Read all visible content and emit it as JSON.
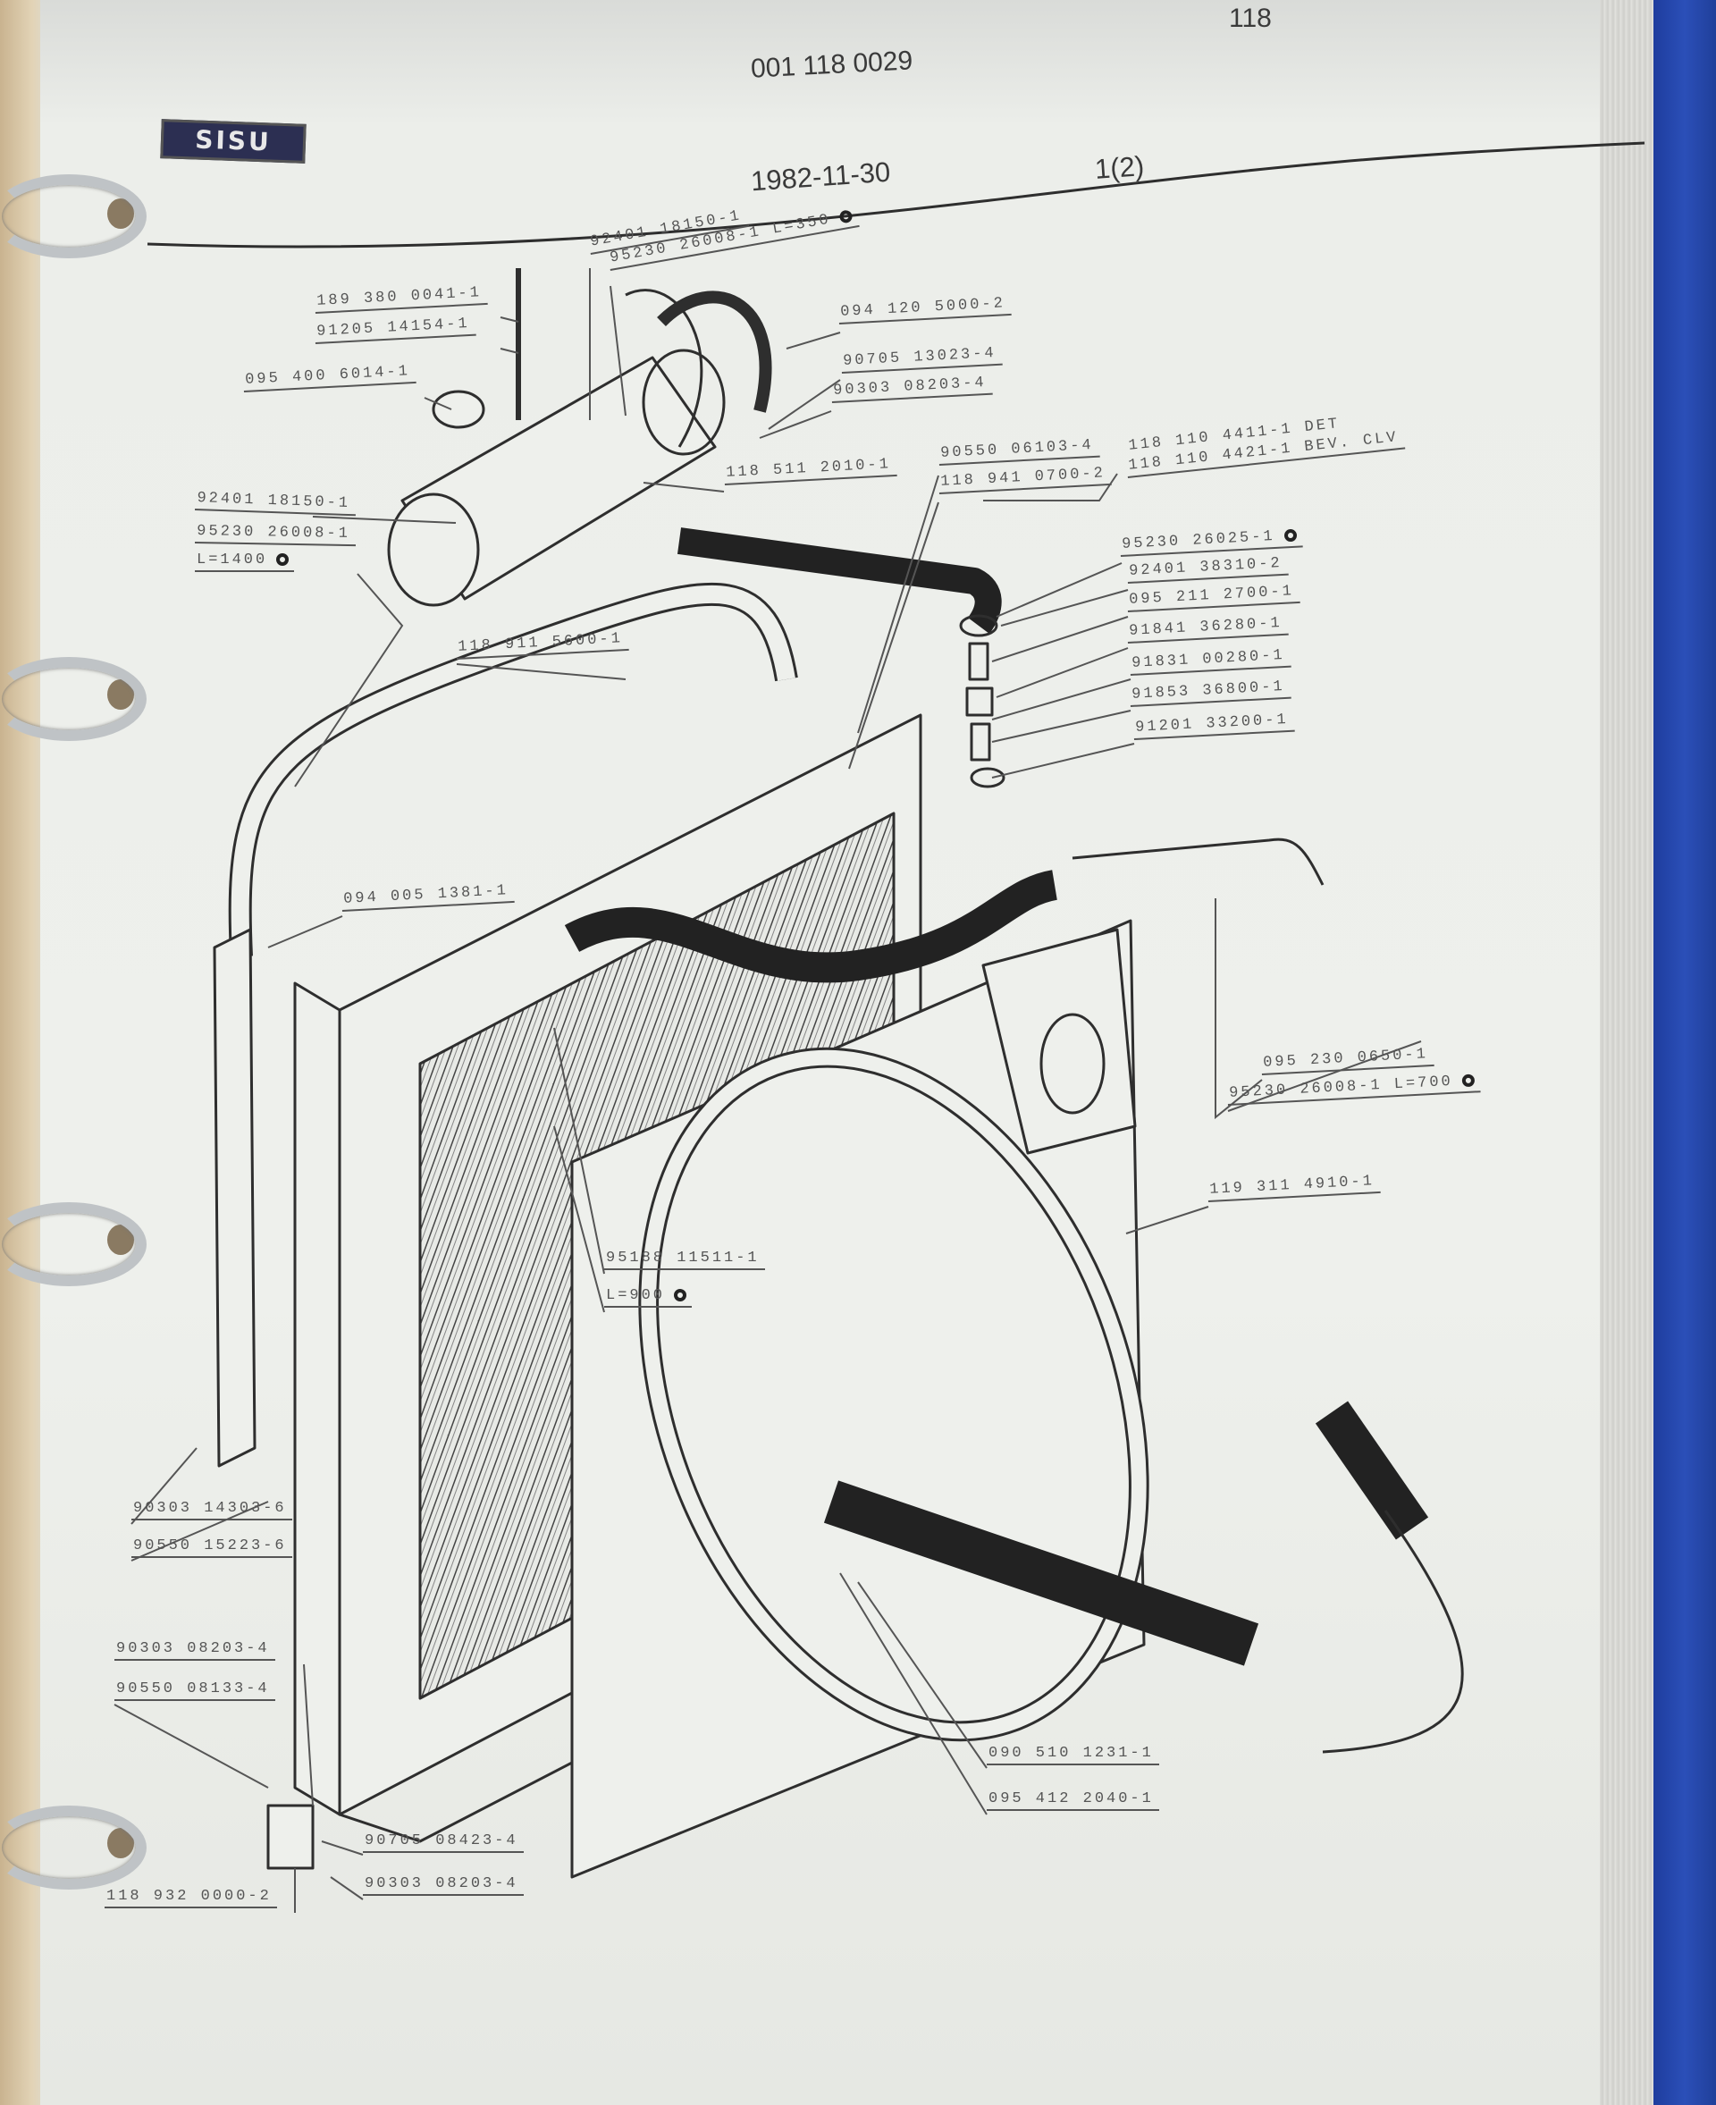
{
  "header": {
    "page_number": "118",
    "document_number": "001 118 0029",
    "brand_logo": "SISU",
    "date": "1982-11-30",
    "sheet": "1(2)"
  },
  "labels": [
    "92401 18150-1",
    "95230 26008-1 L=350",
    "189 380 0041-1",
    "91205 14154-1",
    "095 400 6014-1",
    "094 120 5000-2",
    "90705 13023-4",
    "90303 08203-4",
    "118 511 2010-1",
    "90550 06103-4",
    "118 941 0700-2",
    "118 110 4411-1  DET",
    "118 110 4421-1  BEV. CLV",
    "92401 18150-1",
    "95230 26008-1",
    "L=1400",
    "95230 26025-1",
    "92401 38310-2",
    "095 211 2700-1",
    "91841 36280-1",
    "91831 00280-1",
    "91853 36800-1",
    "91201 33200-1",
    "118 911 5600-1",
    "094 005 1381-1",
    "095 230 0650-1",
    "95230 26008-1 L=700",
    "119 311 4910-1",
    "95188 11511-1",
    "L=900",
    "90303 14303-6",
    "90550 15223-6",
    "90303 08203-4",
    "90550 08133-4",
    "090 510 1231-1",
    "095 412 2040-1",
    "90705 08423-4",
    "118 932 0000-2",
    "90303 08203-4"
  ],
  "colors": {
    "spine": "#2b4fb8",
    "page": "#eceeea",
    "ink": "#3a3a3a"
  }
}
